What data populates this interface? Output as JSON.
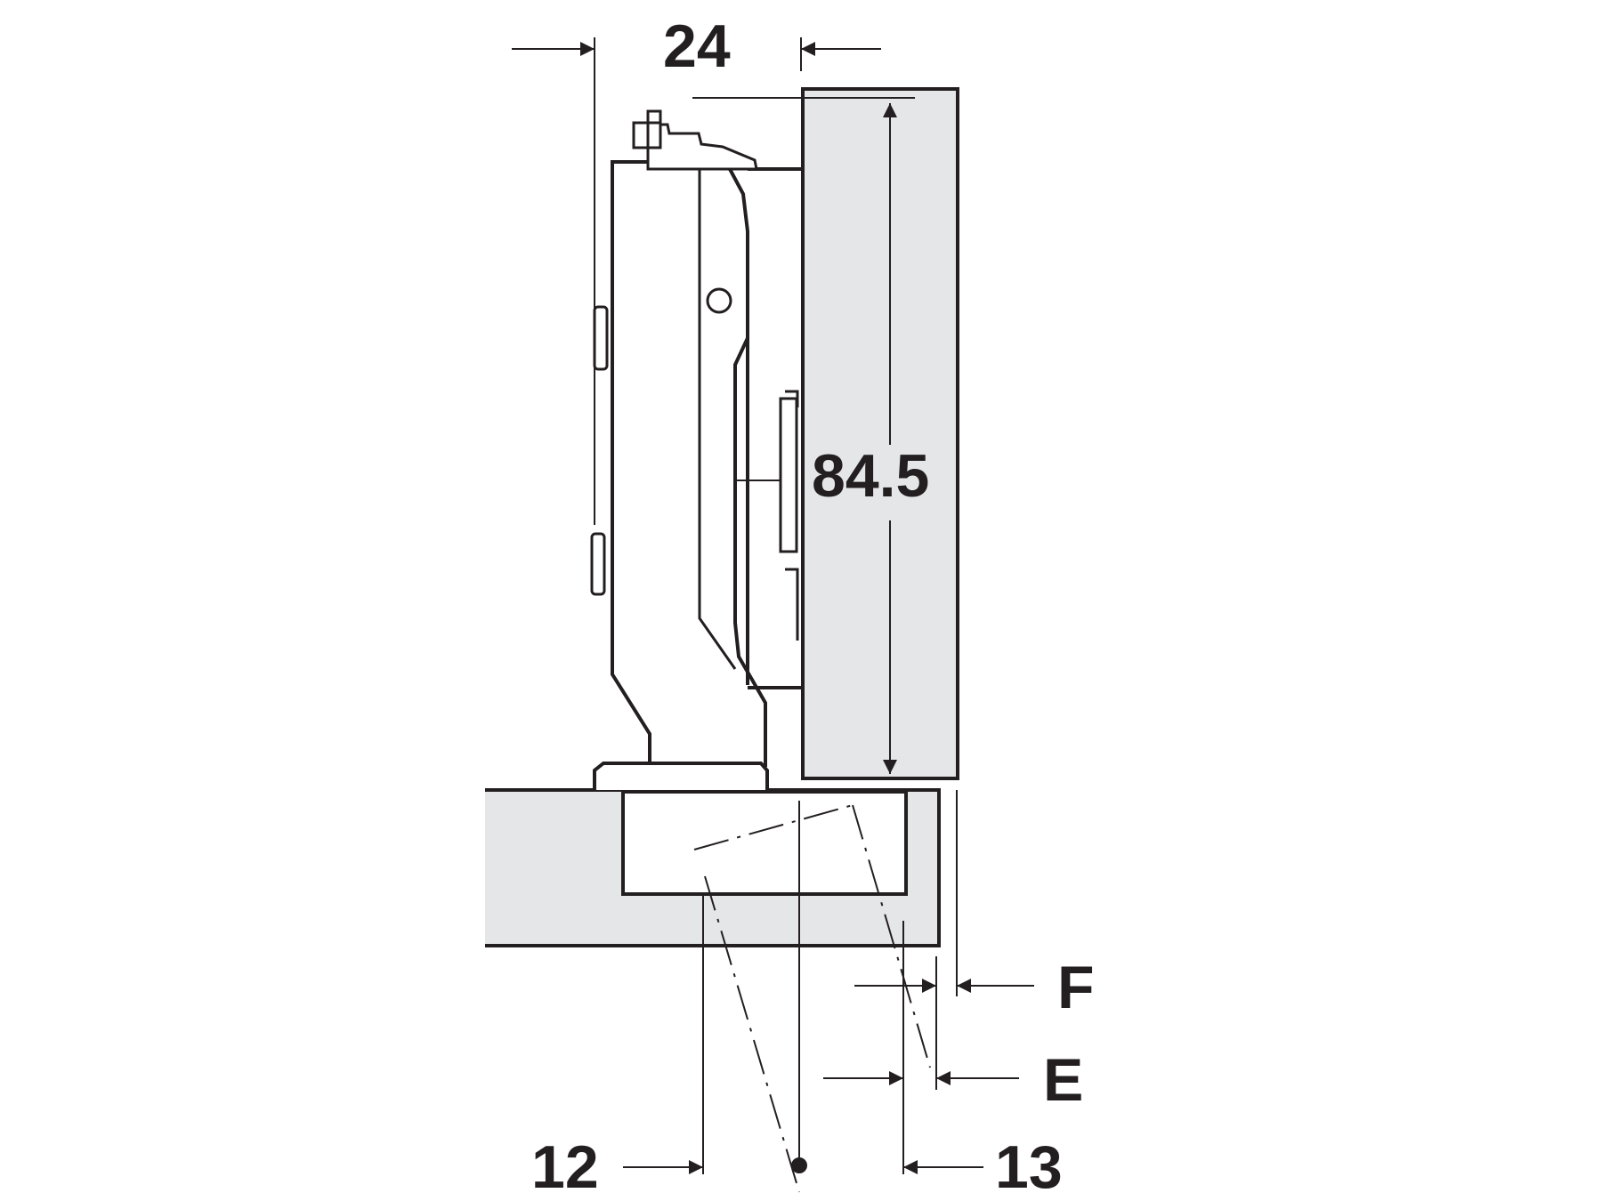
{
  "dimensions": {
    "width_top": "24",
    "height": "84.5",
    "left_bottom": "12",
    "right_bottom": "13",
    "label_e": "E",
    "label_f": "F"
  },
  "colors": {
    "line": "#231f20",
    "material_fill": "#e5e6e8",
    "background": "#ffffff"
  }
}
